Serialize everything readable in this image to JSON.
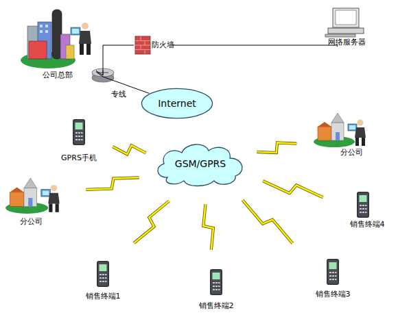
{
  "diagram": {
    "nodes": [
      {
        "text": [
          "公司总部"
        ]
      },
      {
        "text": [
          "防火墙"
        ]
      },
      {
        "text": [
          "网络服务器"
        ]
      },
      {
        "text": [
          "Internet"
        ]
      },
      {
        "text": [
          "GPRS手机"
        ]
      },
      {
        "text": [
          "分公司"
        ]
      },
      {
        "text": [
          "GSM/GPRS"
        ]
      },
      {
        "text": [
          "分公司"
        ]
      },
      {
        "text": [
          "销售终端4"
        ]
      },
      {
        "text": [
          "销售终端1"
        ]
      },
      {
        "text": [
          "销售终端3"
        ]
      },
      {
        "text": [
          "销售终端2"
        ]
      }
    ],
    "edges": [
      {
        "from": 0,
        "to": 1,
        "arrow": "none"
      },
      {
        "from": 1,
        "to": 2,
        "arrow": "none"
      },
      {
        "from": 0,
        "to": 3,
        "label": "专线",
        "arrow": "none"
      },
      {
        "from": 4,
        "to": 6,
        "arrow": "none"
      },
      {
        "from": 5,
        "to": 6,
        "arrow": "none"
      },
      {
        "from": 7,
        "to": 6,
        "arrow": "none"
      },
      {
        "from": 8,
        "to": 6,
        "arrow": "none"
      },
      {
        "from": 9,
        "to": 6,
        "arrow": "none"
      },
      {
        "from": 10,
        "to": 6,
        "arrow": "none"
      },
      {
        "from": 11,
        "to": 6,
        "arrow": "none"
      }
    ]
  }
}
